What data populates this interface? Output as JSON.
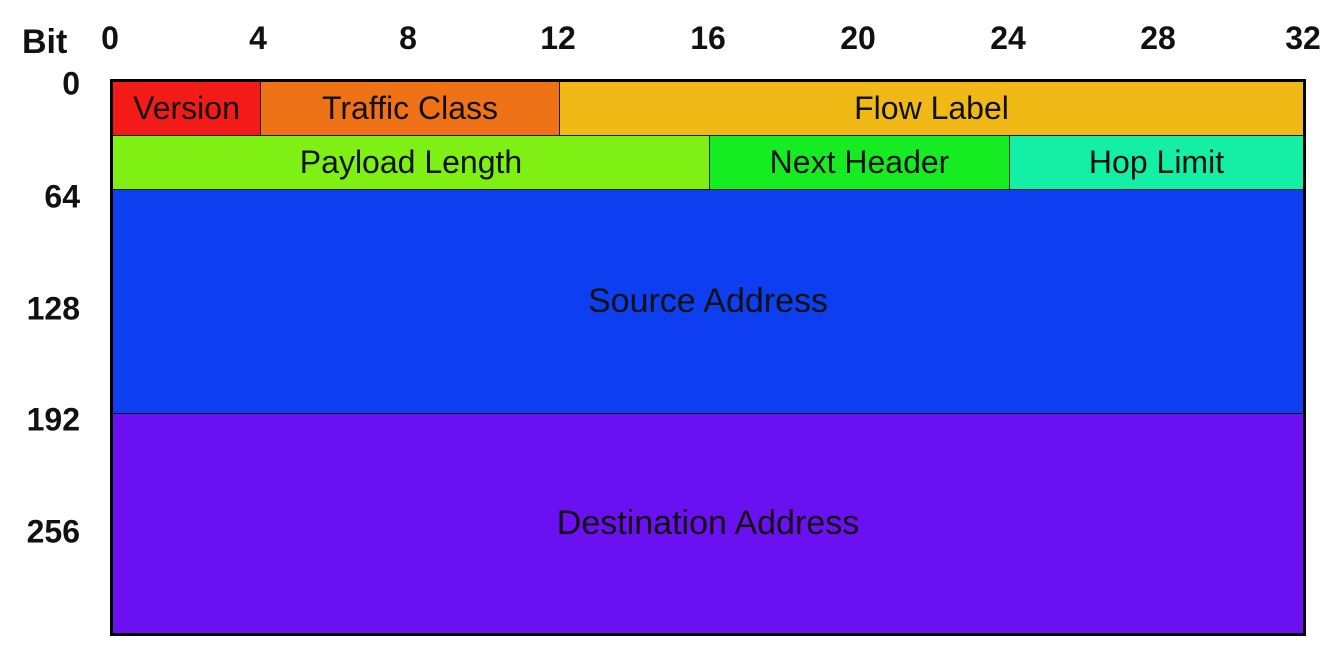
{
  "diagram": {
    "axis_title": "Bit",
    "column_ticks": [
      "0",
      "4",
      "8",
      "12",
      "16",
      "20",
      "24",
      "28",
      "32"
    ],
    "row_ticks": [
      {
        "label": "0",
        "bit": 0
      },
      {
        "label": "64",
        "bit": 64
      },
      {
        "label": "128",
        "bit": 128
      },
      {
        "label": "192",
        "bit": 192
      },
      {
        "label": "256",
        "bit": 256
      }
    ],
    "fields": [
      {
        "id": "version",
        "label": "Version",
        "bit_start": 0,
        "bit_length": 4,
        "color": "#f21b17"
      },
      {
        "id": "traffic-class",
        "label": "Traffic Class",
        "bit_start": 4,
        "bit_length": 8,
        "color": "#f07217"
      },
      {
        "id": "flow-label",
        "label": "Flow Label",
        "bit_start": 12,
        "bit_length": 20,
        "color": "#f0b916"
      },
      {
        "id": "payload-length",
        "label": "Payload Length",
        "bit_start": 32,
        "bit_length": 16,
        "color": "#7ff013"
      },
      {
        "id": "next-header",
        "label": "Next Header",
        "bit_start": 48,
        "bit_length": 8,
        "color": "#16ec22"
      },
      {
        "id": "hop-limit",
        "label": "Hop Limit",
        "bit_start": 56,
        "bit_length": 8,
        "color": "#13f0a6"
      },
      {
        "id": "source-address",
        "label": "Source Address",
        "bit_start": 64,
        "bit_length": 128,
        "color": "#0d3ff0"
      },
      {
        "id": "destination-address",
        "label": "Destination Address",
        "bit_start": 192,
        "bit_length": 128,
        "color": "#6b10f0"
      }
    ]
  }
}
